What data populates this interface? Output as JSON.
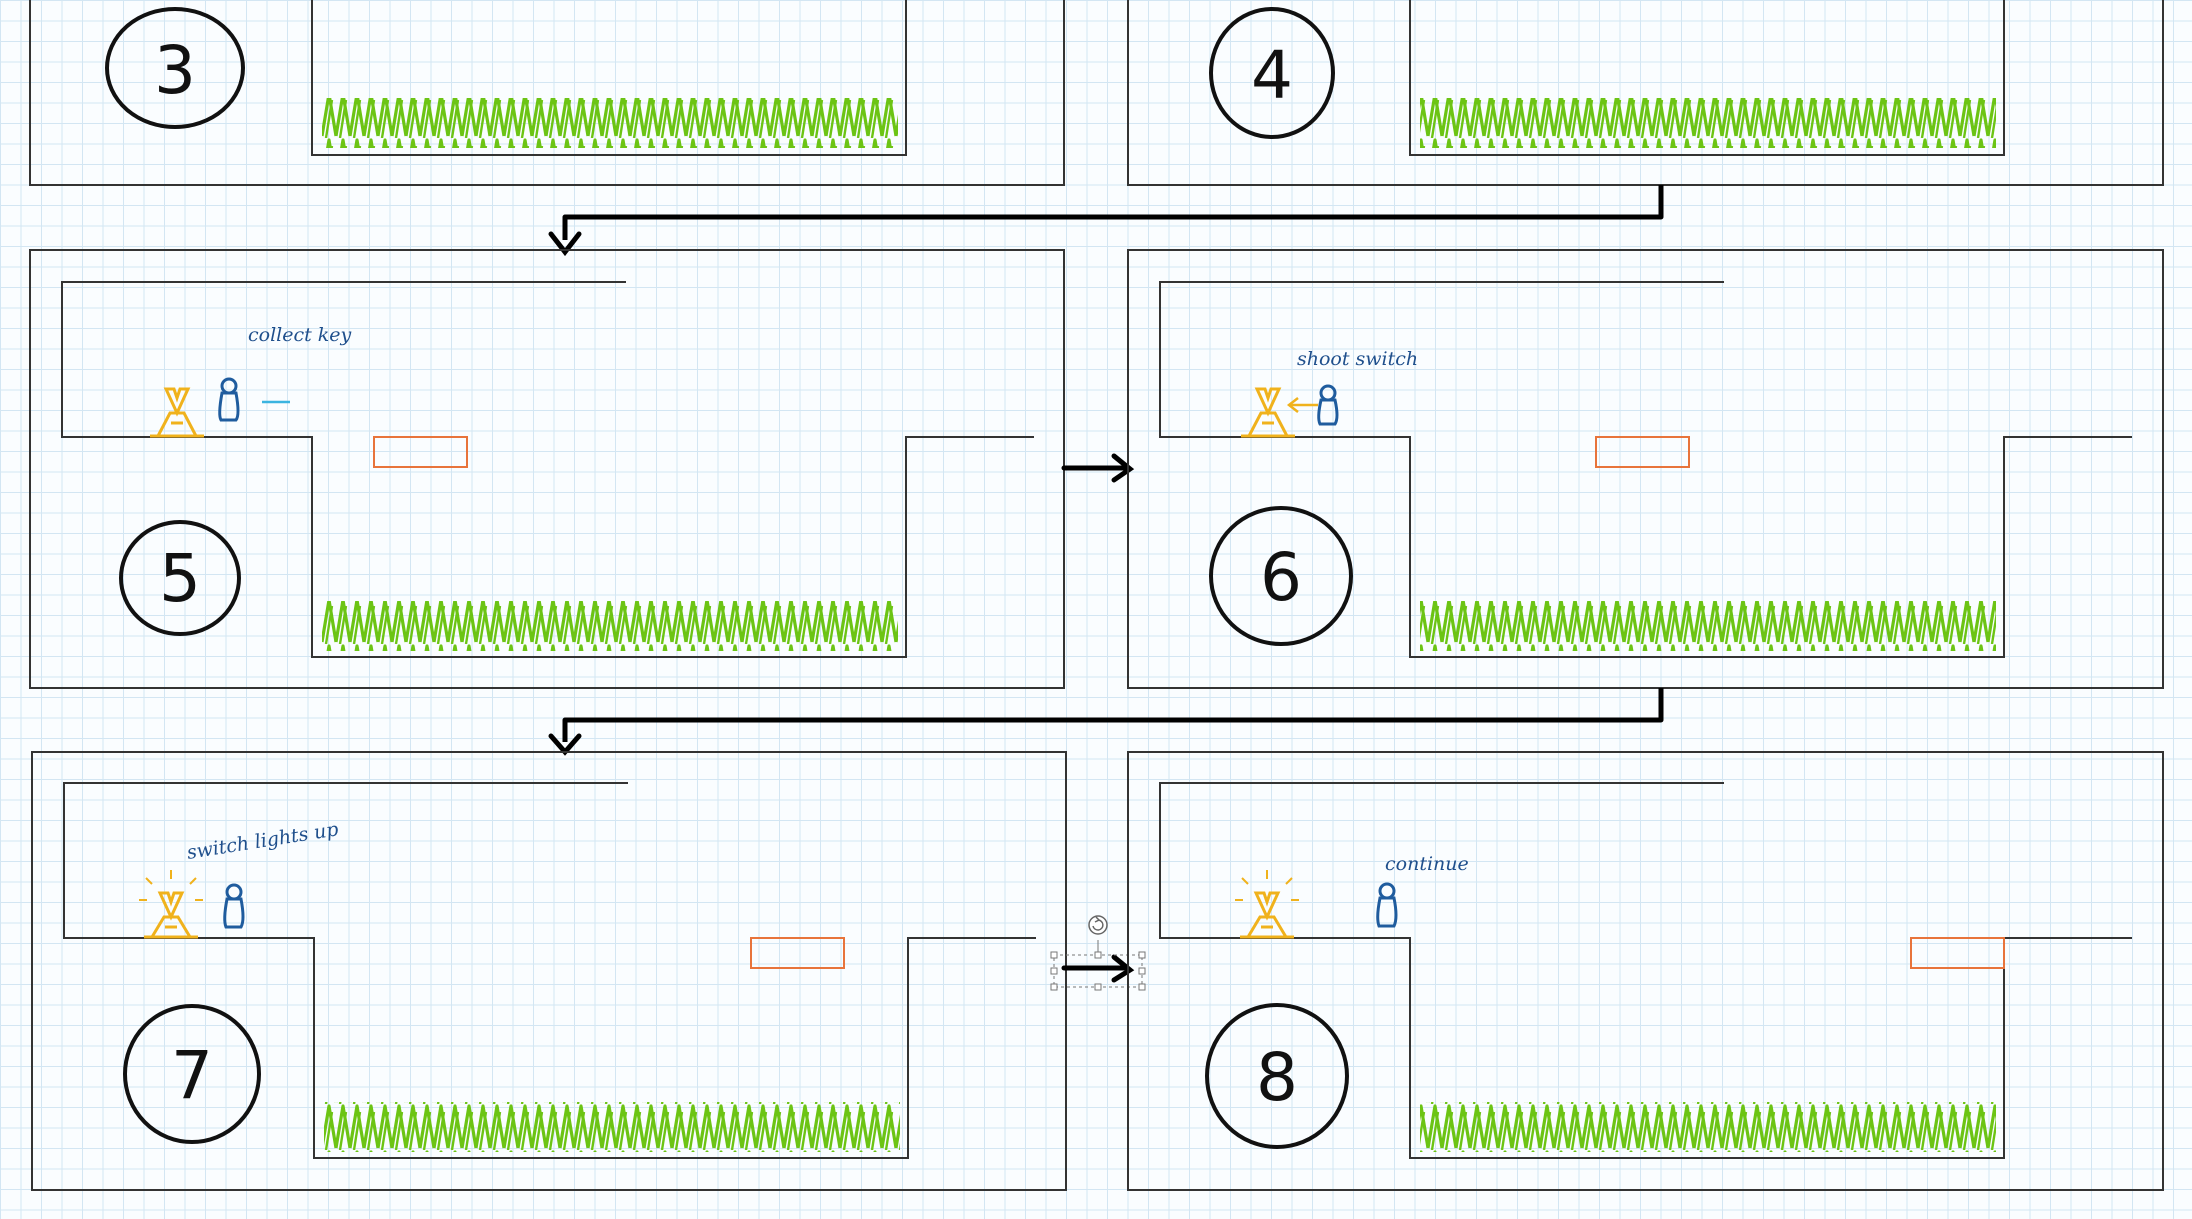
{
  "colors": {
    "frame": "#333333",
    "flow_arrow": "#000000",
    "grass": "#6cc414",
    "player": "#1f5c9e",
    "switch": "#f0b21c",
    "platform": "#e8743b",
    "bullet": "#3ab4e0",
    "annotation": "#1f4f8c"
  },
  "panels": [
    {
      "number": "3",
      "note": ""
    },
    {
      "number": "4",
      "note": ""
    },
    {
      "number": "5",
      "note": "collect key"
    },
    {
      "number": "6",
      "note": "shoot switch"
    },
    {
      "number": "7",
      "note": "switch lights up"
    },
    {
      "number": "8",
      "note": "continue"
    }
  ],
  "icons": [
    "player-icon",
    "switch-icon",
    "grass-icon",
    "arrow-icon",
    "rotate-handle-icon"
  ]
}
